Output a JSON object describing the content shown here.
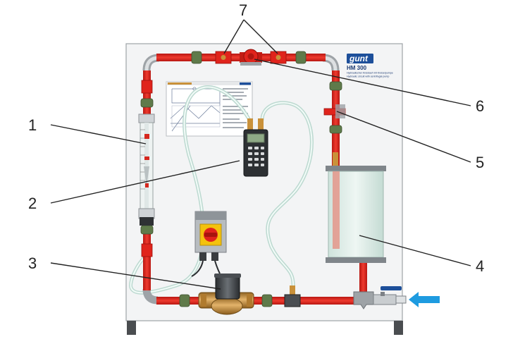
{
  "callouts": {
    "c1": "1",
    "c2": "2",
    "c3": "3",
    "c4": "4",
    "c5": "5",
    "c6": "6",
    "c7": "7"
  },
  "panel_label": {
    "brand": "gunt",
    "model": "HM 300",
    "line_de": "Hydraulischer Kreislauf mit Kreiselpumpe",
    "line_en": "Hydraulic circuit with centrifugal pump"
  },
  "colors": {
    "pipe_red": "#e0241c",
    "union_green": "#5f7a4a",
    "brass": "#c9913a",
    "arrow_blue": "#1e9be0",
    "panel": "#f3f4f5",
    "switch_yellow": "#f4c20d"
  },
  "icons": {
    "inflow": "arrow-left-icon"
  }
}
